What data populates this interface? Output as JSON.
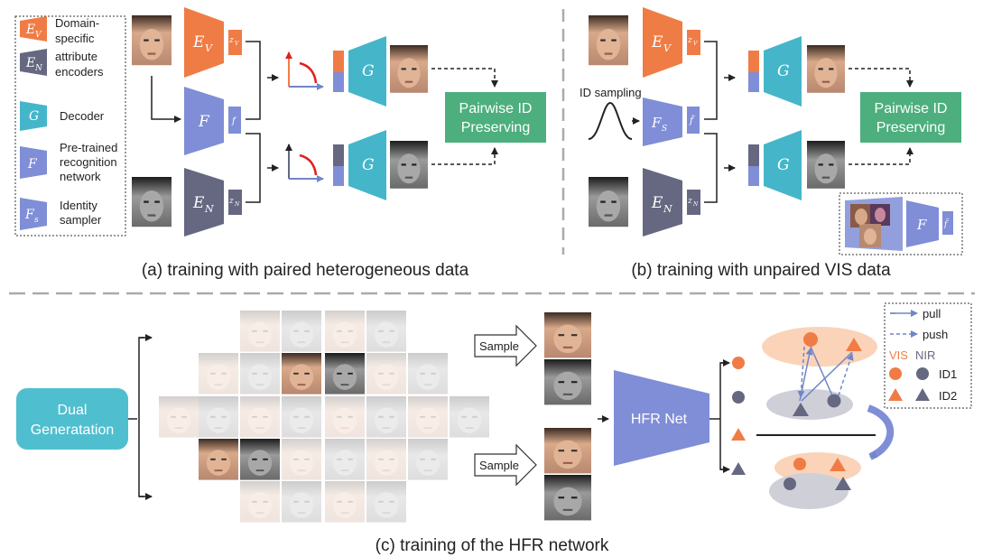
{
  "colors": {
    "vis_encoder": "#f07c45",
    "nir_encoder": "#656880",
    "decoder": "#45b6c9",
    "recognition": "#7f8ed6",
    "pairwise_box": "#4caf7d",
    "dual_box": "#4fbfcf",
    "hfr_net": "#7f8ed6",
    "dashed": "#aaaaaa"
  },
  "legend_a": {
    "items": [
      {
        "symbol": "E",
        "sub": "V",
        "text": [
          "Domain-",
          "specific"
        ]
      },
      {
        "symbol": "E",
        "sub": "N",
        "text": [
          "attribute",
          "encoders"
        ]
      },
      {
        "symbol": "G",
        "sub": "",
        "text": [
          "Decoder"
        ]
      },
      {
        "symbol": "F",
        "sub": "",
        "text": [
          "Pre-trained",
          "recognition",
          "network"
        ]
      },
      {
        "symbol": "F",
        "sub": "s",
        "text": [
          "Identity",
          "sampler"
        ]
      }
    ]
  },
  "panel_a": {
    "ev": "E",
    "ev_sub": "V",
    "zv": "z",
    "zv_sub": "V",
    "f": "F",
    "f_feat": "f",
    "en": "E",
    "en_sub": "N",
    "zn": "z",
    "zn_sub": "N",
    "g": "G",
    "pairwise": [
      "Pairwise ID",
      "Preserving"
    ],
    "caption": "(a) training with paired heterogeneous data"
  },
  "panel_b": {
    "ev": "E",
    "ev_sub": "V",
    "zv": "z",
    "zv_sub": "V",
    "id_sampling": "ID sampling",
    "fs": "F",
    "fs_sub": "S",
    "f_tilde": "f̃",
    "en": "E",
    "en_sub": "N",
    "zn": "z",
    "zn_sub": "N",
    "g": "G",
    "pairwise": [
      "Pairwise ID",
      "Preserving"
    ],
    "inset_f": "F",
    "caption": "(b) training with unpaired VIS data"
  },
  "panel_c": {
    "dual": [
      "Dual",
      "Generatation"
    ],
    "sample": "Sample",
    "hfr": "HFR Net",
    "legend": {
      "pull": "pull",
      "push": "push",
      "vis": "VIS",
      "nir": "NIR",
      "id1": "ID1",
      "id2": "ID2"
    },
    "caption": "(c) training of the HFR network"
  }
}
